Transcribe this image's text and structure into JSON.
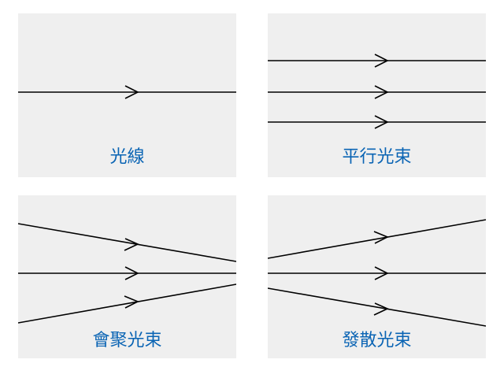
{
  "panels": [
    {
      "id": "light-ray",
      "label": "光線"
    },
    {
      "id": "parallel-beam",
      "label": "平行光束"
    },
    {
      "id": "converging-beam",
      "label": "會聚光束"
    },
    {
      "id": "diverging-beam",
      "label": "發散光束"
    }
  ]
}
